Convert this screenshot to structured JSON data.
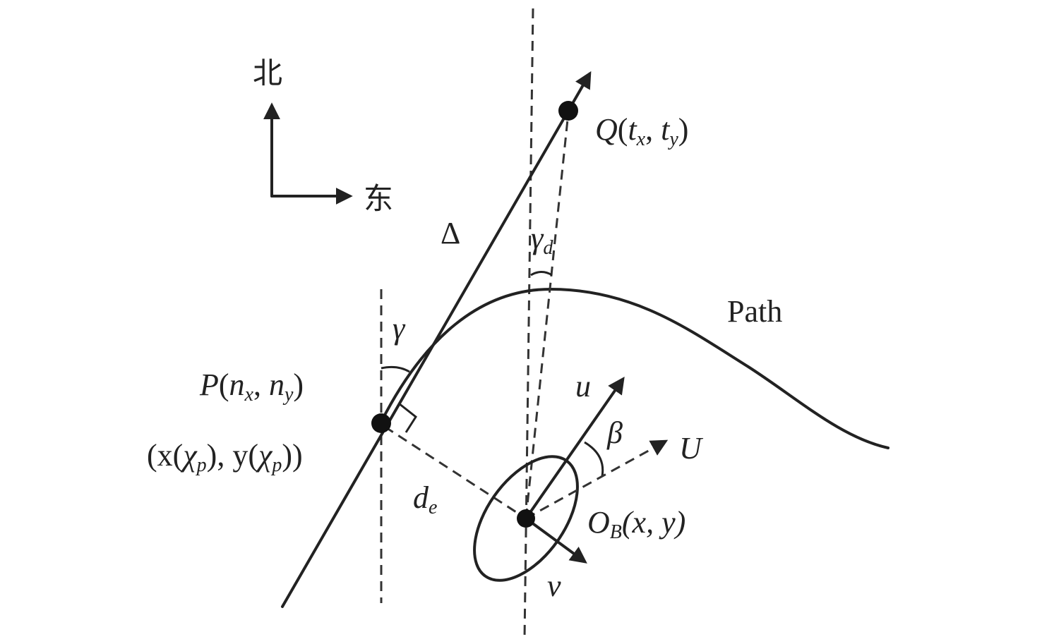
{
  "compass": {
    "north": "北",
    "east": "东"
  },
  "labels": {
    "delta": "Δ",
    "gamma": "γ",
    "gamma_d": "γ",
    "gamma_d_sub": "d",
    "path": "Path",
    "beta": "β",
    "u": "u",
    "U": "U",
    "v": "v",
    "d_e": "d",
    "d_e_sub": "e"
  },
  "points": {
    "Q": {
      "name": "Q",
      "open": "(",
      "x": "t",
      "x_sub": "x",
      "sep": ", ",
      "y": "t",
      "y_sub": "y",
      "close": ")"
    },
    "P": {
      "name": "P",
      "open": "(",
      "x": "n",
      "x_sub": "x",
      "sep": ", ",
      "y": "n",
      "y_sub": "y",
      "close": ")"
    },
    "P_param": {
      "t1": "(x(",
      "chi1": "χ",
      "sub1": "p",
      "t2": "), y(",
      "chi2": "χ",
      "sub2": "p",
      "t3": "))"
    },
    "OB": {
      "name": "O",
      "name_sub": "B",
      "coords": "(x, y)"
    }
  }
}
